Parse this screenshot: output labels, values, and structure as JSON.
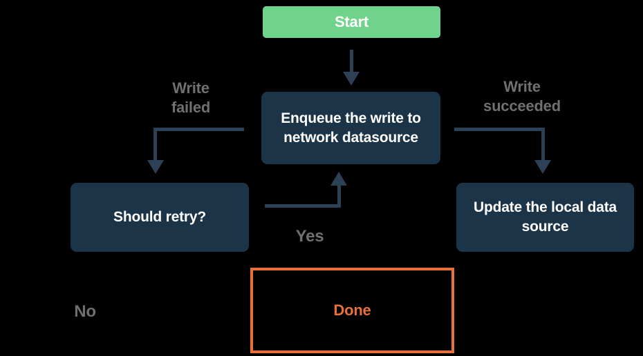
{
  "diagram": {
    "type": "flowchart",
    "background": "#000000",
    "colors": {
      "background": "#000000",
      "node_fill": "#1C3447",
      "node_text": "#FFFFFF",
      "start_fill": "#6FD38C",
      "arrow": "#2C4156",
      "edge_label": "#707070",
      "done_accent": "#E8713B"
    },
    "nodes": {
      "start": {
        "label": "Start"
      },
      "enqueue": {
        "label": "Enqueue the write to network datasource"
      },
      "should_retry": {
        "label": "Should retry?"
      },
      "update_local": {
        "label": "Update the local data source"
      },
      "done": {
        "label": "Done"
      }
    },
    "edge_labels": {
      "write_failed": "Write\nfailed",
      "write_succeeded": "Write\nsucceeded",
      "yes": "Yes",
      "no": "No"
    },
    "edges": [
      {
        "from": "start",
        "to": "enqueue",
        "label": ""
      },
      {
        "from": "enqueue",
        "to": "should_retry",
        "label": "Write failed"
      },
      {
        "from": "enqueue",
        "to": "update_local",
        "label": "Write succeeded"
      },
      {
        "from": "should_retry",
        "to": "enqueue",
        "label": "Yes"
      },
      {
        "from": "should_retry",
        "to": "done",
        "label": "No"
      }
    ]
  }
}
